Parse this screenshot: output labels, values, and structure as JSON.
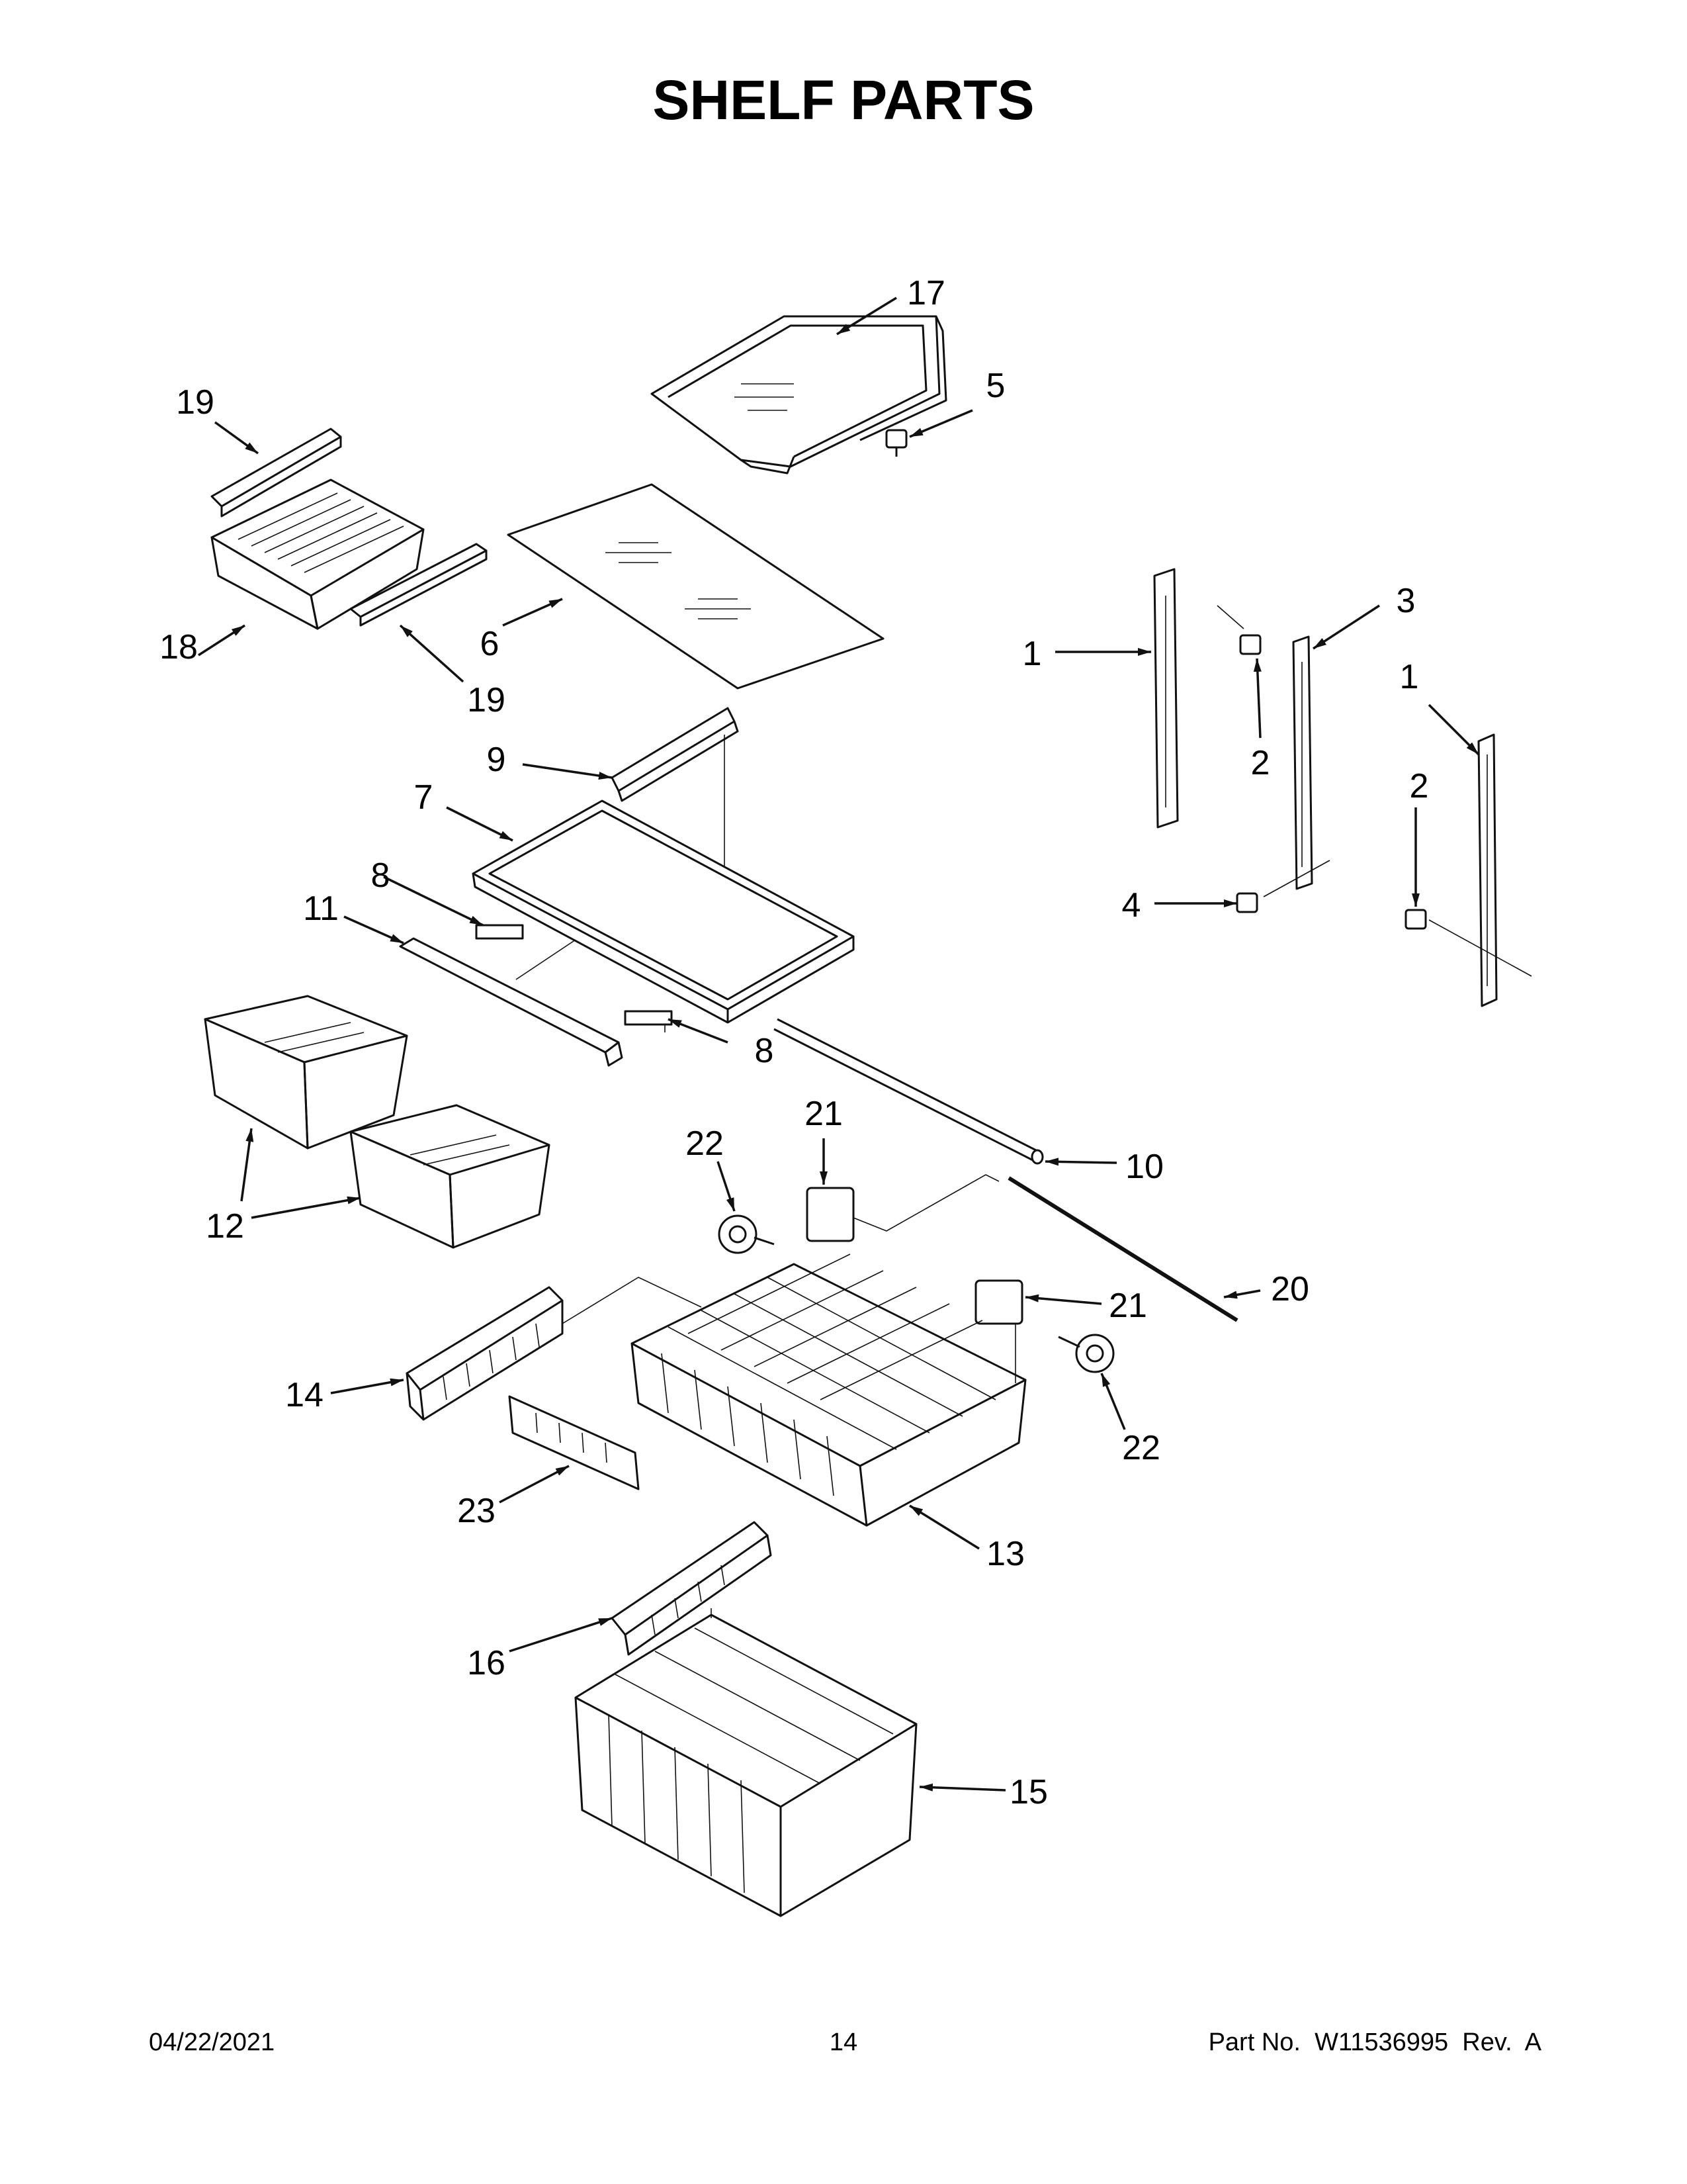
{
  "title": "SHELF PARTS",
  "footer": {
    "date": "04/22/2021",
    "page_number": "14",
    "part_no": "Part No.  W11536995  Rev.  A"
  },
  "callouts": {
    "c1a": "1",
    "c1b": "1",
    "c2a": "2",
    "c2b": "2",
    "c3": "3",
    "c4": "4",
    "c5": "5",
    "c6": "6",
    "c7": "7",
    "c8a": "8",
    "c8b": "8",
    "c9": "9",
    "c10": "10",
    "c11": "11",
    "c12": "12",
    "c13": "13",
    "c14": "14",
    "c15": "15",
    "c16": "16",
    "c17": "17",
    "c18": "18",
    "c19a": "19",
    "c19b": "19",
    "c20": "20",
    "c21a": "21",
    "c21b": "21",
    "c22a": "22",
    "c22b": "22",
    "c23": "23"
  }
}
